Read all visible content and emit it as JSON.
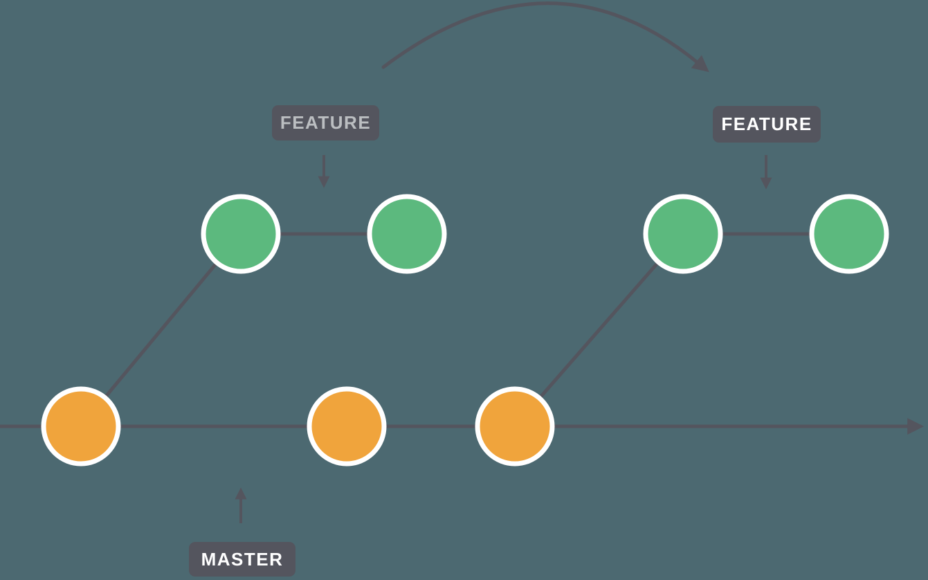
{
  "labels": {
    "feature_left": "FEATURE",
    "feature_right": "FEATURE",
    "master": "MASTER"
  },
  "colors": {
    "background": "#4C6971",
    "connector": "#54555E",
    "badge_background": "#54555E",
    "feature_commit_green": "#5CB97E",
    "master_commit_orange": "#F0A43C",
    "commit_ring_white": "#FFFFFF",
    "feature_left_label_text": "#BBBEC1",
    "feature_right_label_text": "#FFFFFF",
    "master_label_text": "#FFFFFF"
  },
  "structure": {
    "type": "git-branch-diagram",
    "master_branch": {
      "label": "MASTER",
      "commit_count": 3,
      "direction": "left-to-right-arrow"
    },
    "feature_branches": [
      {
        "label": "FEATURE",
        "commit_count": 2,
        "forks_from_master_commit_index": 1
      },
      {
        "label": "FEATURE",
        "commit_count": 2,
        "forks_from_master_commit_index": 3
      }
    ],
    "curved_arrow": "from first feature branch over to second feature branch"
  }
}
